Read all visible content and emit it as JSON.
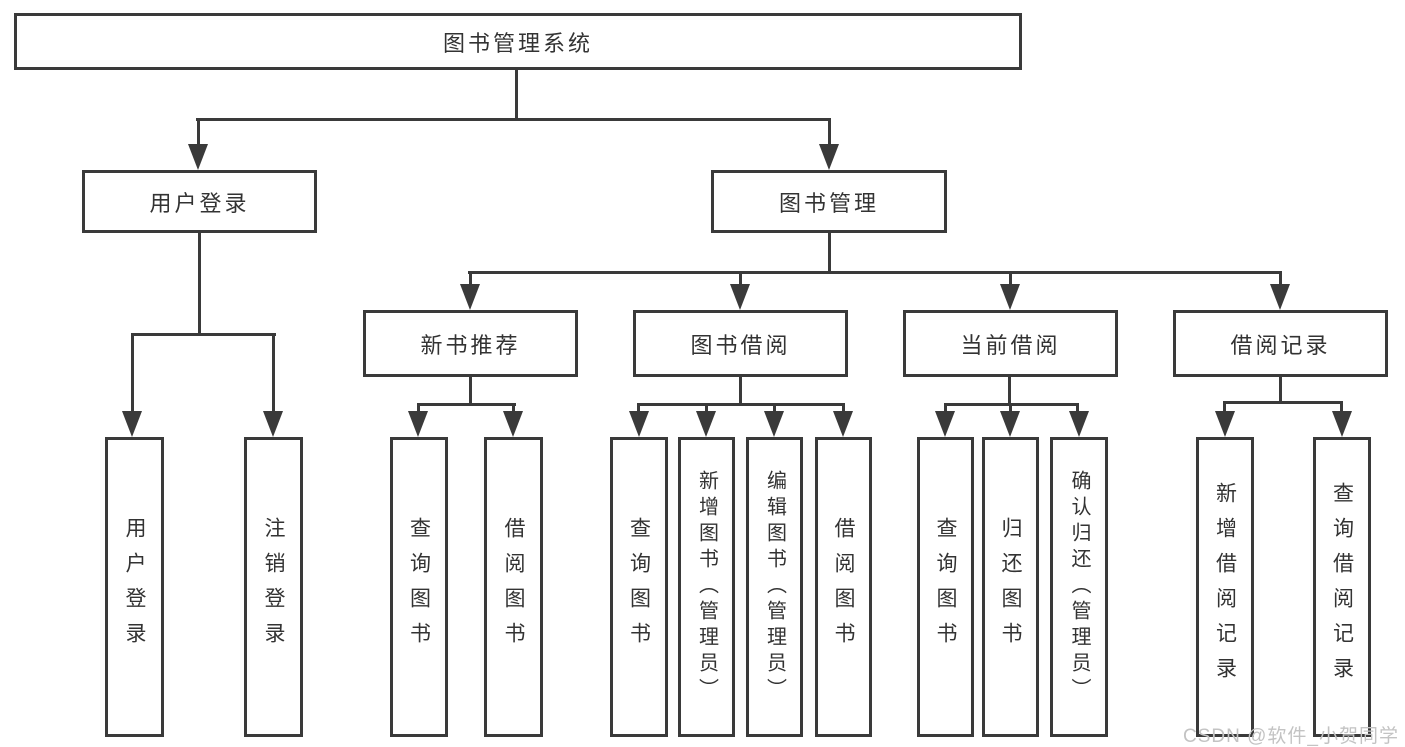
{
  "diagram": {
    "root": {
      "label": "图书管理系统"
    },
    "level2": [
      {
        "label": "用户登录"
      },
      {
        "label": "图书管理"
      }
    ],
    "level3": [
      {
        "label": "新书推荐"
      },
      {
        "label": "图书借阅"
      },
      {
        "label": "当前借阅"
      },
      {
        "label": "借阅记录"
      }
    ],
    "leaves": {
      "user_login": [
        {
          "label": "用户登录"
        },
        {
          "label": "注销登录"
        }
      ],
      "new_book_recommend": [
        {
          "label": "查询图书"
        },
        {
          "label": "借阅图书"
        }
      ],
      "book_borrow": [
        {
          "label": "查询图书"
        },
        {
          "label": "新增图书（管理员）"
        },
        {
          "label": "编辑图书（管理员）"
        },
        {
          "label": "借阅图书"
        }
      ],
      "current_borrow": [
        {
          "label": "查询图书"
        },
        {
          "label": "归还图书"
        },
        {
          "label": "确认归还（管理员）"
        }
      ],
      "borrow_record": [
        {
          "label": "新增借阅记录"
        },
        {
          "label": "查询借阅记录"
        }
      ]
    },
    "watermark": {
      "label": "CSDN @软件_小贺同学"
    },
    "colors": {
      "line": "#3a3a3a",
      "text": "#333333",
      "background": "#ffffff",
      "watermark": "#c3c3c3"
    }
  }
}
